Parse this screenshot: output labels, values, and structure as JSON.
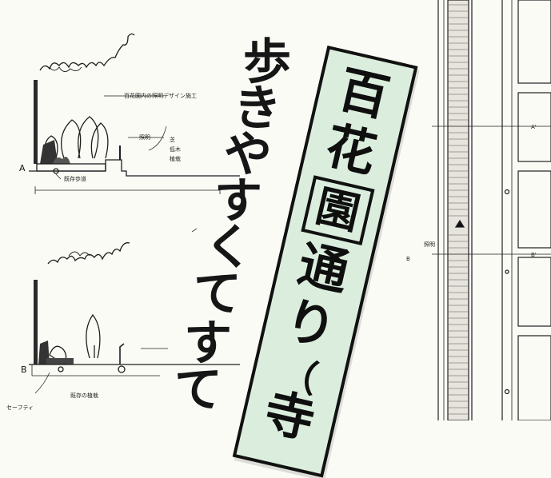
{
  "sketch_top": {
    "note_top": "百花園内の照明デザイン施工",
    "marker": "A",
    "note_right": [
      "芝",
      "低木",
      "植栽"
    ],
    "base_note": "既存歩道",
    "small_note": "照明"
  },
  "sketch_bottom": {
    "marker": "B",
    "bottom_note": "既存の植栽",
    "left_note": "セーフティ"
  },
  "slogan": {
    "chars": [
      "歩",
      "き",
      "や",
      "す",
      "く",
      "て",
      "す",
      "て"
    ]
  },
  "sign": {
    "chars": [
      "百",
      "花",
      "園",
      "通",
      "り",
      "（",
      "寺"
    ]
  },
  "plan": {
    "marker_a": "A'",
    "marker_b": "B'",
    "marker_b_left": "B",
    "small_label": "照明"
  }
}
